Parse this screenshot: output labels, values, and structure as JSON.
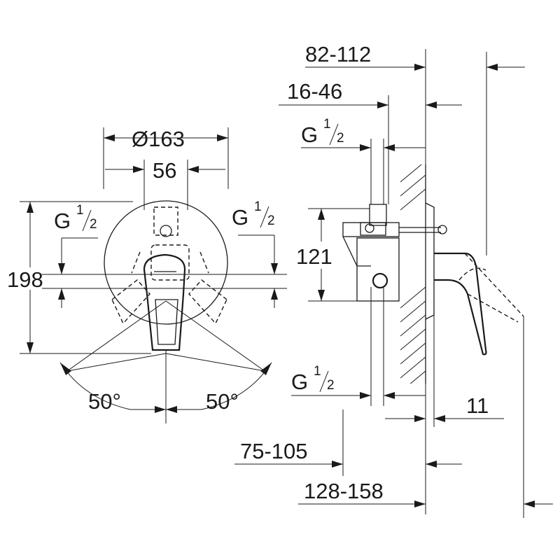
{
  "front_view": {
    "diameter_label": "Ø163",
    "spacing_label": "56",
    "height_label": "198",
    "thread_left": {
      "base": "G",
      "num": "1",
      "den": "2"
    },
    "thread_right": {
      "base": "G",
      "num": "1",
      "den": "2"
    },
    "angle_left": "50°",
    "angle_right": "50°"
  },
  "side_view": {
    "depth_range_total": "82-112",
    "depth_range_body": "16-46",
    "thread_top": {
      "base": "G",
      "num": "1",
      "den": "2"
    },
    "thread_bottom": {
      "base": "G",
      "num": "1",
      "den": "2"
    },
    "height_label": "121",
    "plate_label": "11",
    "wall_range_1": "75-105",
    "wall_range_2": "128-158"
  }
}
